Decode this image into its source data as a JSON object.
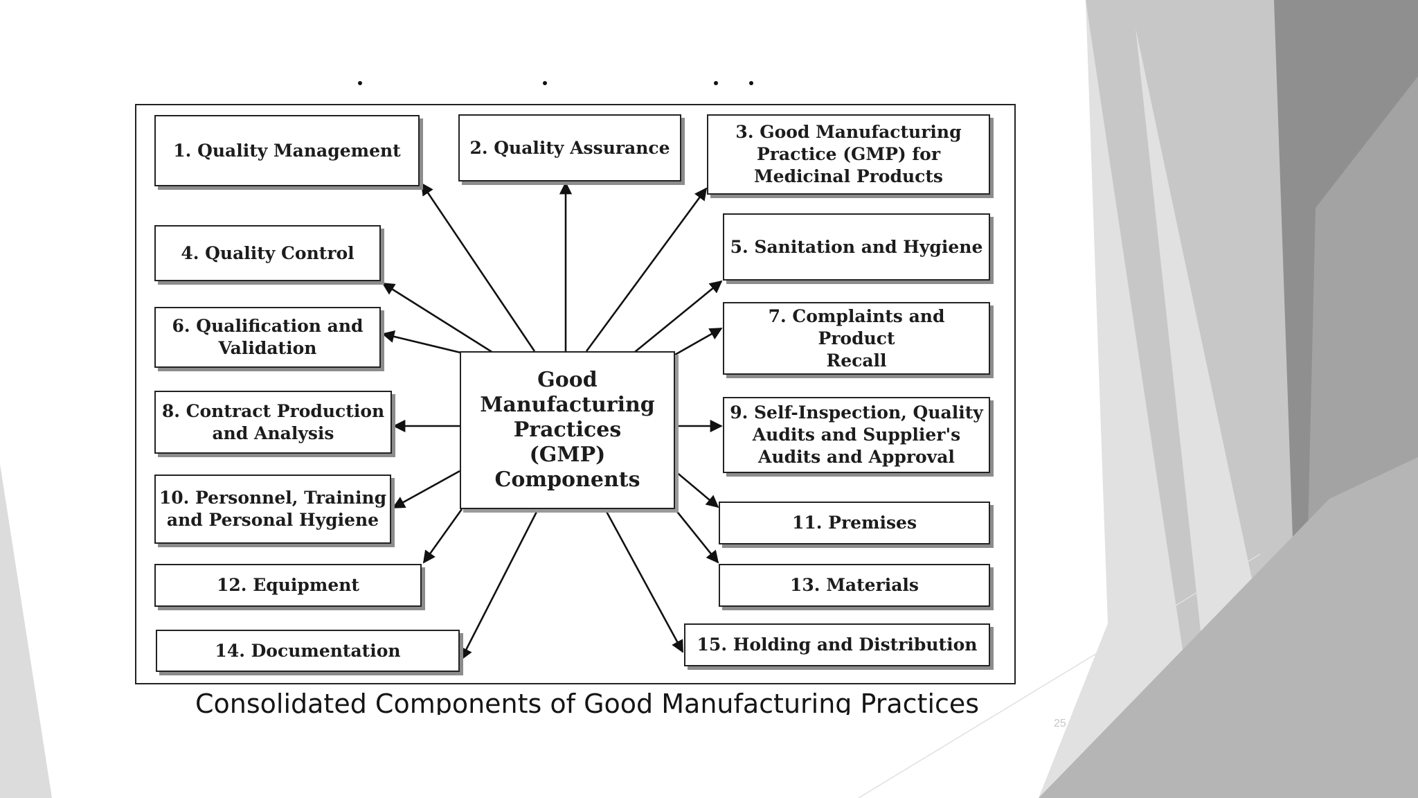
{
  "diagram": {
    "center": "Good\nManufacturing\nPractices\n(GMP)\nComponents",
    "components": [
      "1. Quality Management",
      "2. Quality Assurance",
      "3. Good Manufacturing\nPractice (GMP) for\nMedicinal Products",
      "4. Quality Control",
      "5. Sanitation and Hygiene",
      "6. Qualification and\nValidation",
      "7. Complaints and Product\nRecall",
      "8. Contract Production\nand Analysis",
      "9. Self-Inspection, Quality\nAudits and Supplier's\nAudits and Approval",
      "10. Personnel, Training\nand Personal Hygiene",
      "11. Premises",
      "12. Equipment",
      "13. Materials",
      "14. Documentation",
      "15. Holding and Distribution"
    ]
  },
  "caption": "Consolidated Components of Good Manufacturing Practices",
  "slide_number": "25",
  "colors": {
    "box_border": "#222222",
    "shadow": "#8c8c8c",
    "bg_grey_dark": "#8e8e8e",
    "bg_grey_light": "#d6d6d6"
  }
}
